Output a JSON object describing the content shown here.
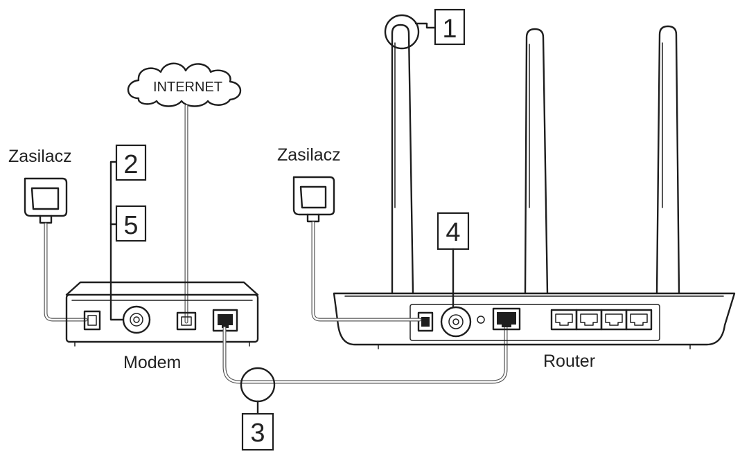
{
  "labels": {
    "internet": "INTERNET",
    "adapter_left": "Zasilacz",
    "adapter_right": "Zasilacz",
    "modem": "Modem",
    "router": "Router"
  },
  "callouts": [
    "1",
    "2",
    "5",
    "3",
    "4"
  ],
  "colors": {
    "line": "#1e1e1e",
    "cable": "#555555",
    "background": "#ffffff"
  }
}
